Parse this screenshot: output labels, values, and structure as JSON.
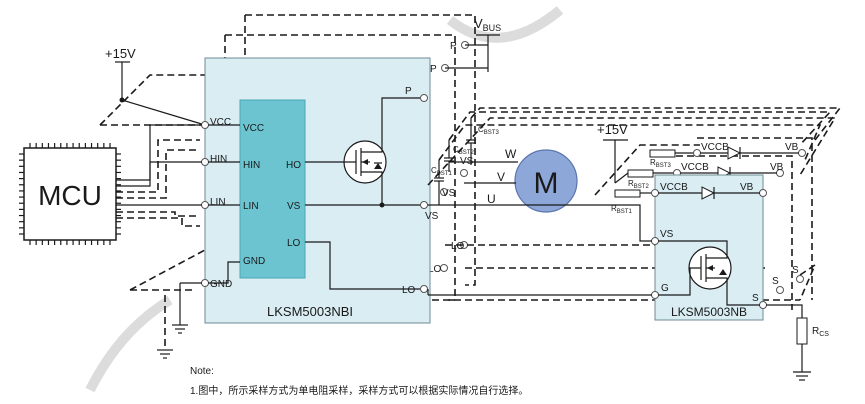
{
  "supplies": {
    "v15_left": "+15V",
    "v15_right": "+15V",
    "vbus_main": "V",
    "vbus_sub": "BUS"
  },
  "mcu": {
    "label": "MCU"
  },
  "driver_main": {
    "name": "LKSM5003NBI",
    "pins_left": [
      "VCC",
      "HIN",
      "LIN",
      "GND"
    ],
    "pins_core_left": [
      "VCC",
      "HIN",
      "LIN",
      "GND"
    ],
    "pins_core_right": [
      "HO",
      "VS",
      "LO"
    ],
    "pins_right": [
      "P",
      "VS",
      "LO"
    ],
    "gnd_pin": "GND",
    "shadow_pins": [
      "P",
      "P",
      "VS",
      "VS",
      "LO",
      "LO"
    ]
  },
  "motor": {
    "label": "M",
    "phases": [
      "W",
      "V",
      "U"
    ]
  },
  "driver_small": {
    "name": "LKSM5003NB",
    "pins": [
      "VCCB",
      "VB",
      "VS",
      "G",
      "S"
    ],
    "shadow_pins": [
      "VCCB",
      "VB",
      "S",
      "S"
    ]
  },
  "components": {
    "cbst1": "C",
    "cbst1_sub": "BST1",
    "cbst2": "C",
    "cbst2_sub": "BST2",
    "cbst3": "C",
    "cbst3_sub": "BST3",
    "rbst1": "R",
    "rbst1_sub": "BST1",
    "rbst2": "R",
    "rbst2_sub": "BST2",
    "rbst3": "R",
    "rbst3_sub": "BST3",
    "rcs": "R",
    "rcs_sub": "CS"
  },
  "note": {
    "title": "Note:",
    "line1": "1.图中，所示采样方式为单电阻采样，采样方式可以根据实际情况自行选择。"
  }
}
